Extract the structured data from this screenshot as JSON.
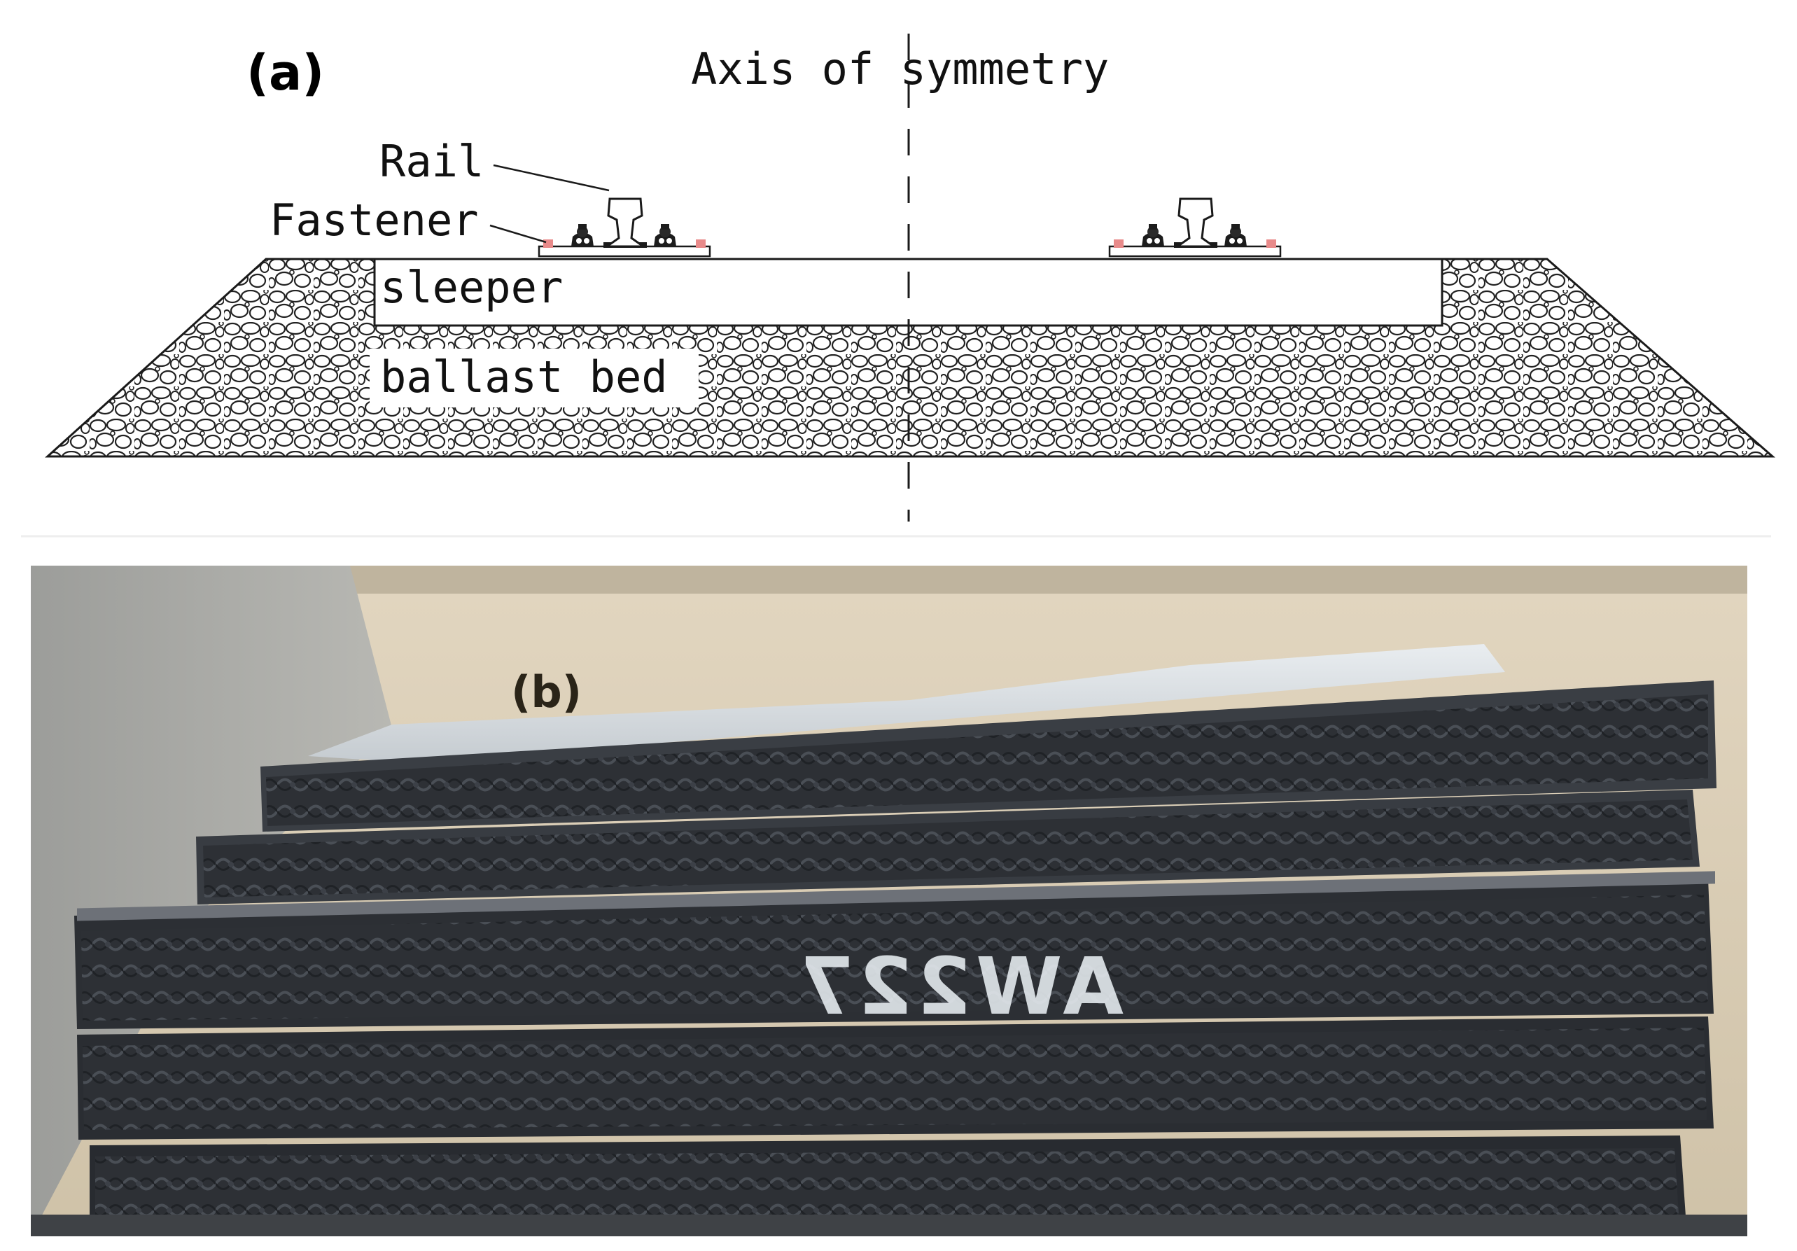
{
  "panel_a": {
    "label": "(a)",
    "axis_label": "Axis of symmetry",
    "callouts": {
      "rail": "Rail",
      "fastener": "Fastener",
      "sleeper": "sleeper",
      "ballast": "ballast bed"
    },
    "colors": {
      "line": "#1a1a1a",
      "fastener_pad": "#e88a8a",
      "ballast_stroke": "#222222"
    }
  },
  "panel_b": {
    "label": "(b)",
    "marking": "AW227",
    "colors": {
      "sleeper": "#2b2e33",
      "sleeper_pattern": "#3b3f45",
      "wall": "#d8cbb3",
      "concrete": "#a8a8a4",
      "marking": "#e8eef2"
    }
  }
}
